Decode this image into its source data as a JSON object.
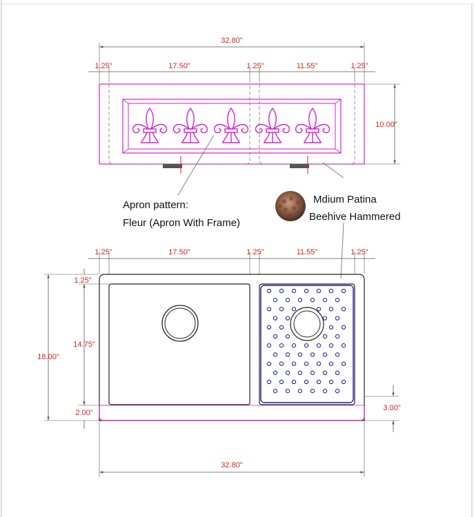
{
  "colors": {
    "dimension_text": "#d7261e",
    "dimension_line": "#555555",
    "sink_outline": "#d21ed2",
    "fleur": "#d21ed2",
    "drain_grid": "#1c1ca8",
    "body_outline": "#222222"
  },
  "icons": {
    "patina_swatch": "hammered-copper-swatch-icon",
    "fleur_ornament": "fleur-de-lis-icon"
  },
  "front_view": {
    "overall_width": "32.80\"",
    "left_margin": "1.25\"",
    "left_bowl_width": "17.50\"",
    "center_divider": "1.25\"",
    "right_bowl_width": "11.55\"",
    "right_margin": "1.25\"",
    "height": "10.00\""
  },
  "notes": {
    "apron_line1": "Apron pattern:",
    "apron_line2": "Fleur (Apron With Frame)",
    "patina_line1": "Mdium Patina",
    "patina_line2": "Beehive Hammered"
  },
  "top_view": {
    "left_margin": "1.25\"",
    "left_bowl_width": "17.50\"",
    "center_divider": "1.25\"",
    "right_bowl_width": "11.55\"",
    "right_margin": "1.25\"",
    "back_ledge": "1.25\"",
    "bowl_depth": "14.75\"",
    "overall_depth": "18.00\"",
    "front_apron_depth": "2.00\"",
    "right_apron_depth": "3.00\"",
    "overall_width": "32.80\""
  }
}
